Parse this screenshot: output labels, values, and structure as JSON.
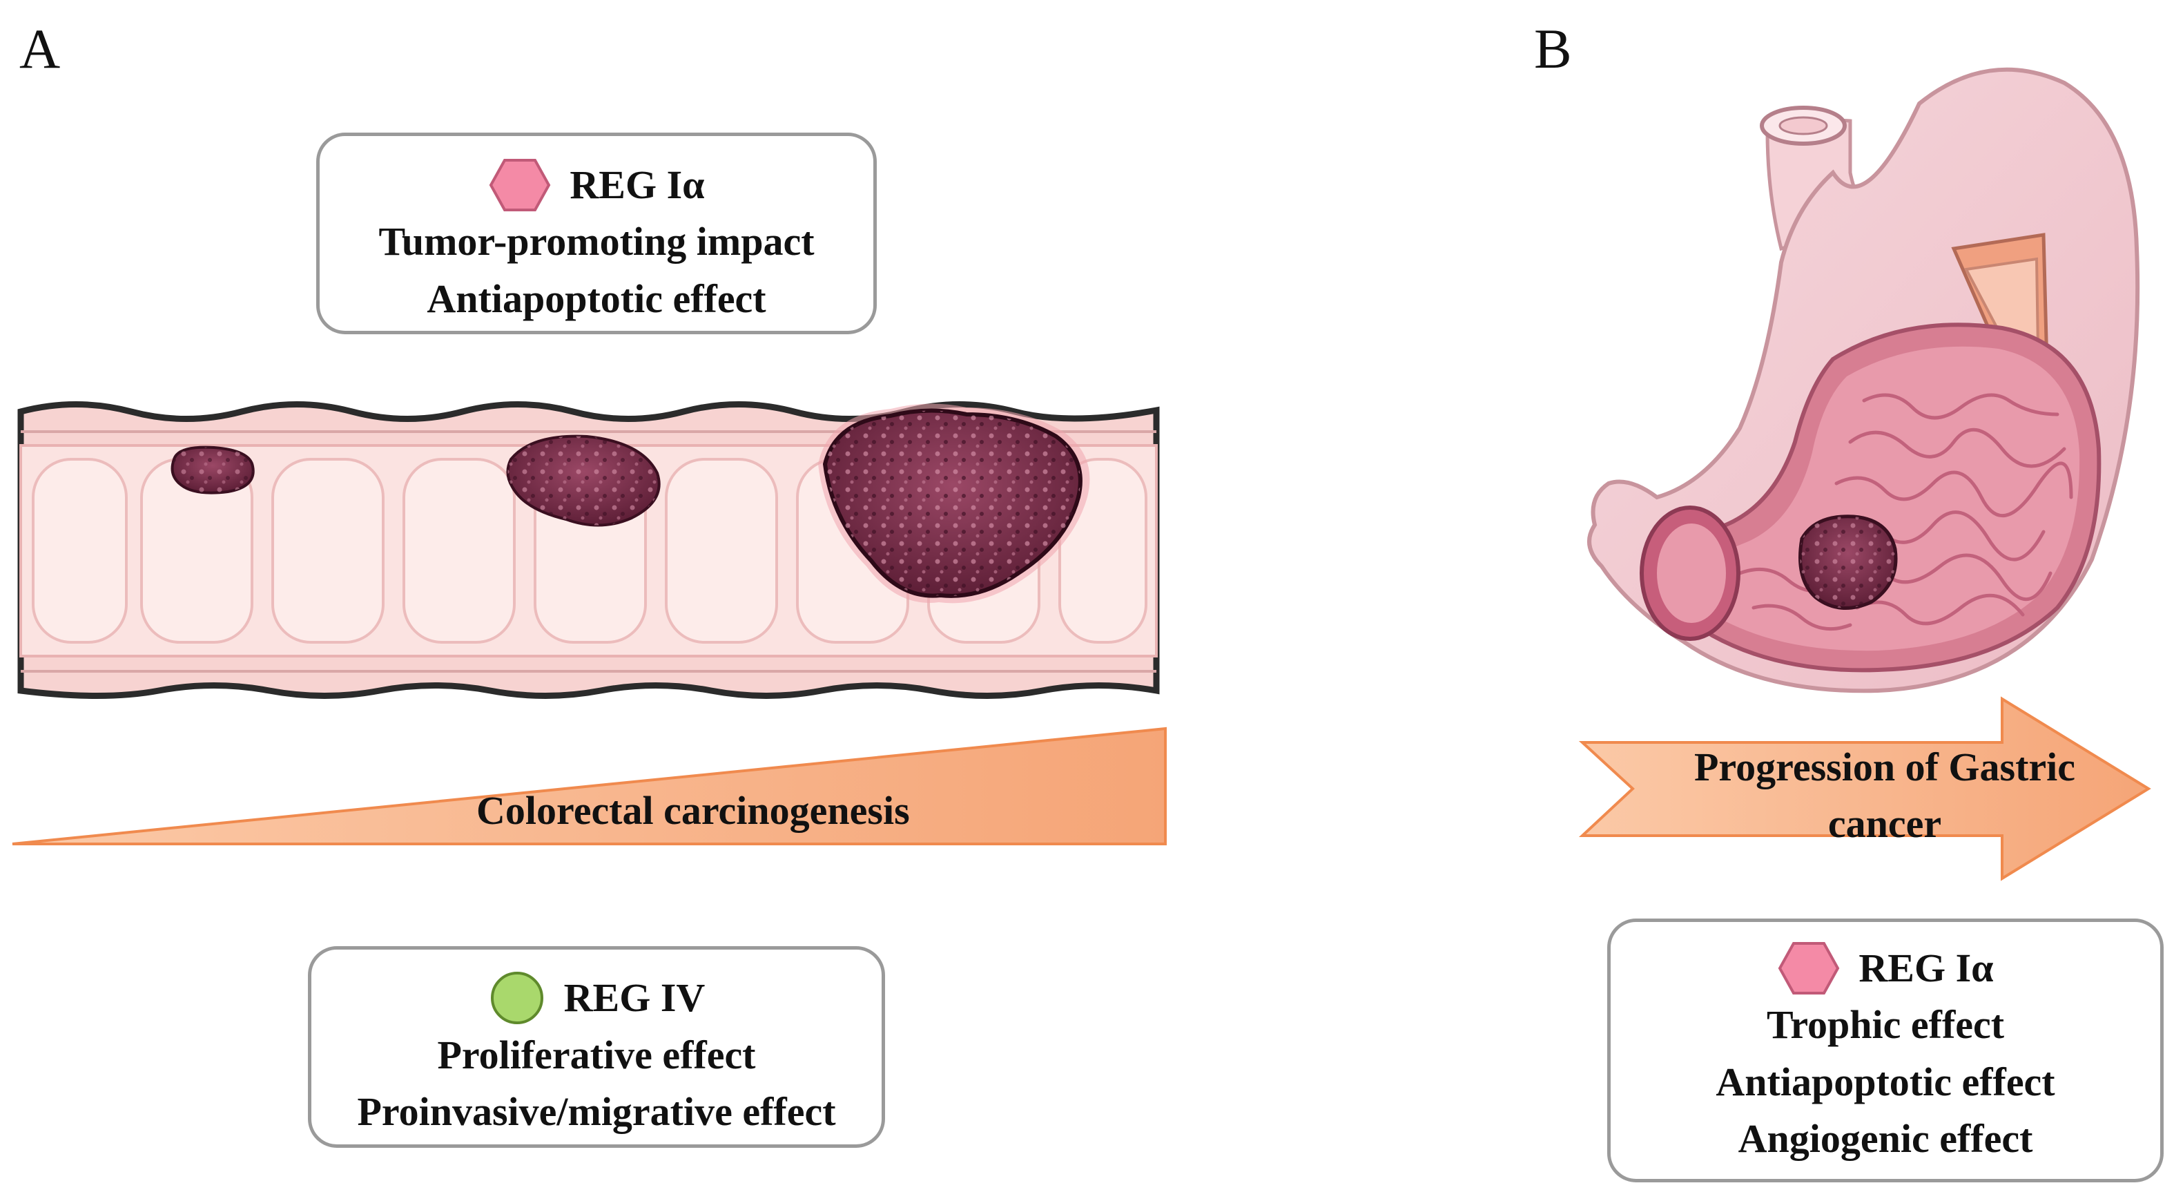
{
  "panel_a": {
    "letter": "A",
    "top_box": {
      "marker": "pink-hexagon",
      "title": "REG Iα",
      "lines": [
        "Tumor-promoting  impact",
        "Antiapoptotic  effect"
      ]
    },
    "arrow_label": "Colorectal  carcinogenesis",
    "bottom_box": {
      "marker": "green-circle",
      "title": "REG IV",
      "lines": [
        "Proliferative  effect",
        "Proinvasive/migrative  effect"
      ]
    }
  },
  "panel_b": {
    "letter": "B",
    "arrow_label_line1": "Progression of  Gastric",
    "arrow_label_line2": "cancer",
    "box": {
      "marker": "pink-hexagon",
      "title": "REG Iα",
      "lines": [
        "Trophic  effect",
        "Antiapoptotic  effect",
        "Angiogenic effect"
      ]
    }
  },
  "colors": {
    "hexagon_fill": "#f48aa6",
    "circle_fill": "#a9d86c",
    "arrow_fill": "#f8b488",
    "tissue_pink": "#f7d6d3",
    "tumor": "#7a2f4a",
    "box_border": "#9a9a9a"
  }
}
